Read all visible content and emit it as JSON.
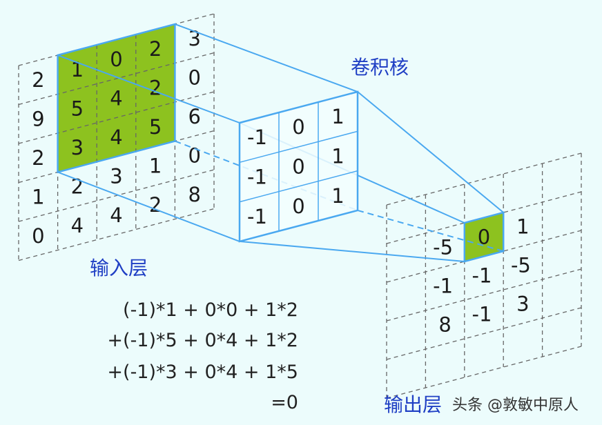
{
  "colors": {
    "background": "#ecfcfc",
    "highlight": "#8dc21f",
    "connector": "#4aa8f0",
    "grid_dash": "#666666",
    "label": "#1f3fc4"
  },
  "input_layer": {
    "label": "输入层",
    "values": [
      [
        "2",
        "1",
        "0",
        "2",
        "3"
      ],
      [
        "9",
        "5",
        "4",
        "2",
        "0"
      ],
      [
        "2",
        "3",
        "4",
        "5",
        "6"
      ],
      [
        "1",
        "2",
        "3",
        "1",
        "0"
      ],
      [
        "0",
        "4",
        "4",
        "2",
        "8"
      ]
    ],
    "highlight": {
      "rows": [
        0,
        2
      ],
      "cols": [
        1,
        3
      ]
    }
  },
  "kernel": {
    "label": "卷积核",
    "values": [
      [
        "-1",
        "0",
        "1"
      ],
      [
        "-1",
        "0",
        "1"
      ],
      [
        "-1",
        "0",
        "1"
      ]
    ]
  },
  "output_layer": {
    "label": "输出层",
    "values": [
      [
        "",
        "",
        "",
        "",
        ""
      ],
      [
        "",
        "-5",
        "0",
        "1",
        ""
      ],
      [
        "",
        "-1",
        "-1",
        "-5",
        ""
      ],
      [
        "",
        "8",
        "-1",
        "3",
        ""
      ],
      [
        "",
        "",
        "",
        "",
        ""
      ]
    ],
    "highlight": {
      "row": 1,
      "col": 2
    }
  },
  "formula": [
    "(-1)*1 +  0*0 + 1*2",
    "+(-1)*5 +  0*4 + 1*2",
    "+(-1)*3 +  0*4 + 1*5",
    "=0"
  ],
  "watermark": "头条 @敦敏中原人"
}
